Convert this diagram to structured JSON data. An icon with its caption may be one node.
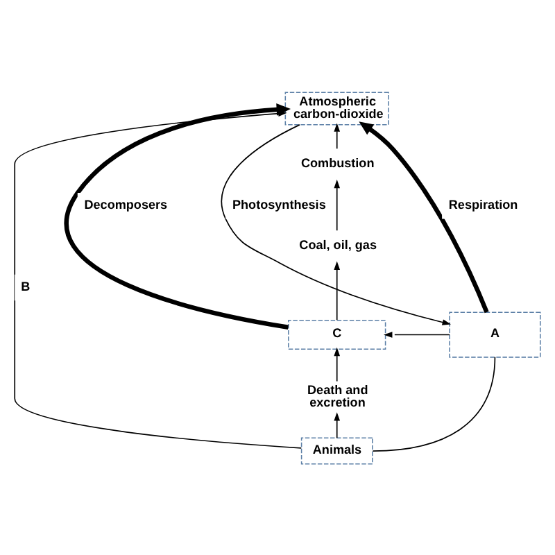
{
  "diagram": {
    "nodes": [
      {
        "text": [
          "Atmospheric carbon-dioxide"
        ]
      },
      {
        "text": [
          "Combustion"
        ]
      },
      {
        "text": [
          "Coal, oil, gas"
        ]
      },
      {
        "text": [
          "C"
        ]
      },
      {
        "text": [
          "A"
        ]
      },
      {
        "text": [
          "Death and excretion"
        ]
      },
      {
        "text": [
          "Animals"
        ]
      }
    ],
    "edges": [
      {
        "from": 1,
        "to": 0,
        "arrow": "to"
      },
      {
        "from": 2,
        "to": 1,
        "arrow": "to"
      },
      {
        "from": 3,
        "to": 2,
        "arrow": "to"
      },
      {
        "from": 0,
        "to": 4,
        "arrow": "to",
        "label": "Photosynthesis"
      },
      {
        "from": 4,
        "to": 0,
        "arrow": "to",
        "label": "Respiration",
        "style": "thick"
      },
      {
        "from": 3,
        "to": 0,
        "arrow": "to",
        "label": "Decomposers",
        "style": "thick"
      },
      {
        "from": 4,
        "to": 3,
        "arrow": "to"
      },
      {
        "from": 5,
        "to": 3,
        "arrow": "to"
      },
      {
        "from": 6,
        "to": 5,
        "arrow": "to"
      },
      {
        "from": 6,
        "to": 4,
        "arrow": "none"
      },
      {
        "from": 6,
        "to": 0,
        "arrow": "to",
        "label": "B"
      }
    ]
  }
}
